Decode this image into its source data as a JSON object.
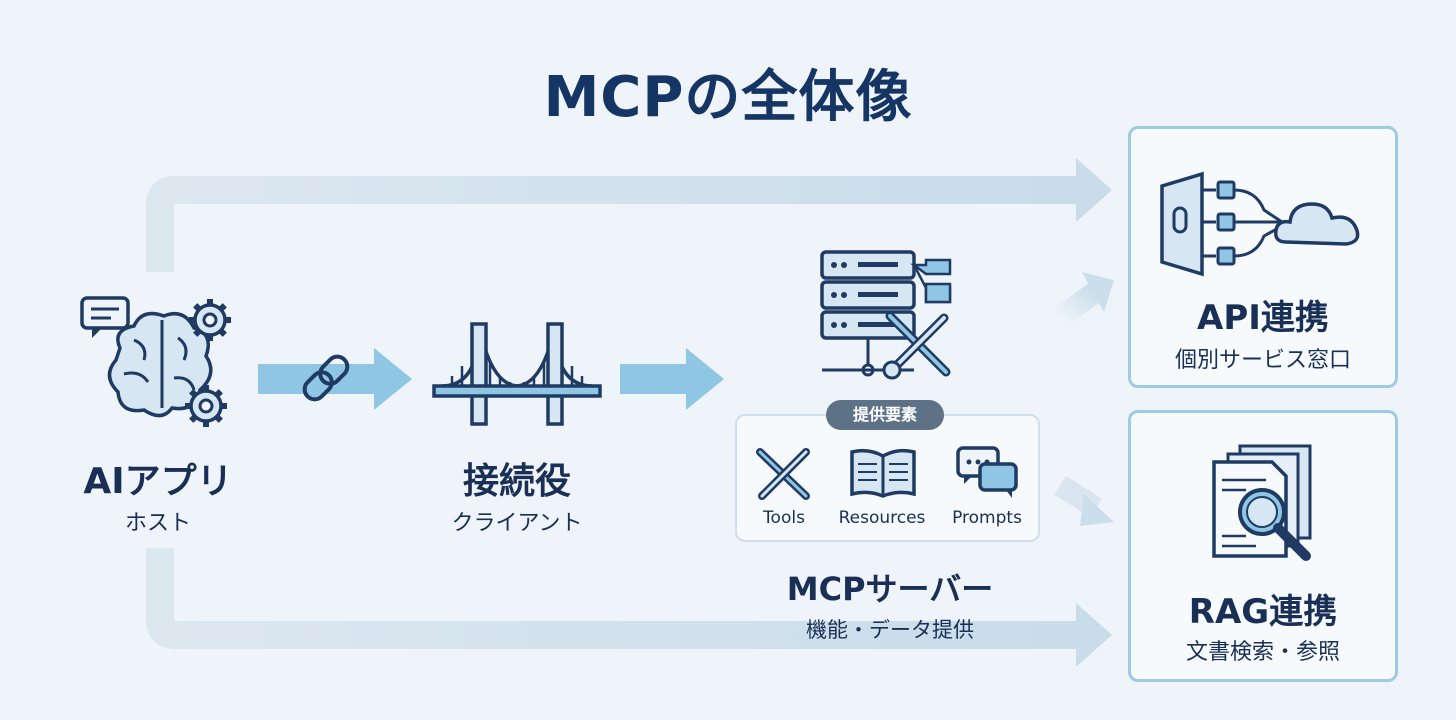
{
  "title": "MCPの全体像",
  "nodes": {
    "host": {
      "label": "AIアプリ",
      "sub": "ホスト"
    },
    "client": {
      "label": "接続役",
      "sub": "クライアント"
    },
    "server": {
      "label": "MCPサーバー",
      "sub": "機能・データ提供"
    }
  },
  "provide": {
    "badge": "提供要素",
    "items": [
      "Tools",
      "Resources",
      "Prompts"
    ]
  },
  "targets": {
    "api": {
      "label": "API連携",
      "sub": "個別サービス窓口"
    },
    "rag": {
      "label": "RAG連携",
      "sub": "文書検索・参照"
    }
  },
  "colors": {
    "title": "#153564",
    "accent": "#8fc6e3",
    "box_border": "#9fcbe2",
    "icon_fill": "#d6e6f2",
    "icon_stroke": "#1f3b63"
  }
}
